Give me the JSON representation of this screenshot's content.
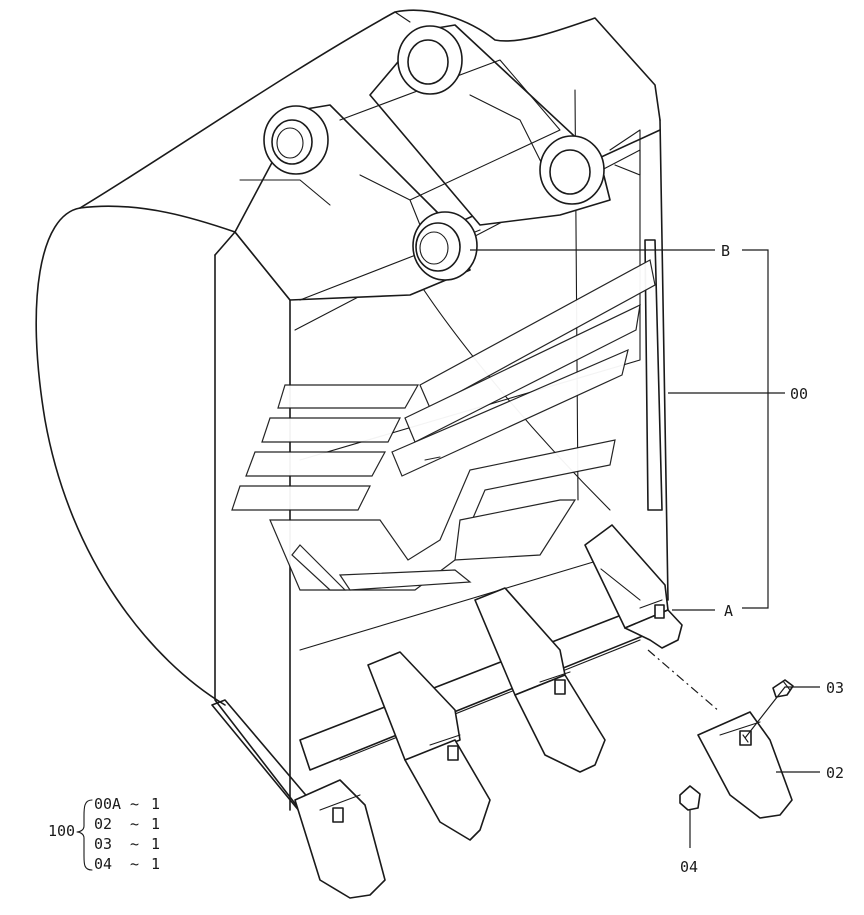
{
  "callouts": {
    "pin_b": "B",
    "assembly_00": "00",
    "adapter_a": "A",
    "pin_03": "03",
    "tooth_02": "02",
    "lock_04": "04"
  },
  "kit": {
    "number": "100",
    "rows": [
      {
        "part": "00A",
        "sep": "~",
        "qty": "1"
      },
      {
        "part": "02",
        "sep": "~",
        "qty": "1"
      },
      {
        "part": "03",
        "sep": "~",
        "qty": "1"
      },
      {
        "part": "04",
        "sep": "~",
        "qty": "1"
      }
    ]
  }
}
